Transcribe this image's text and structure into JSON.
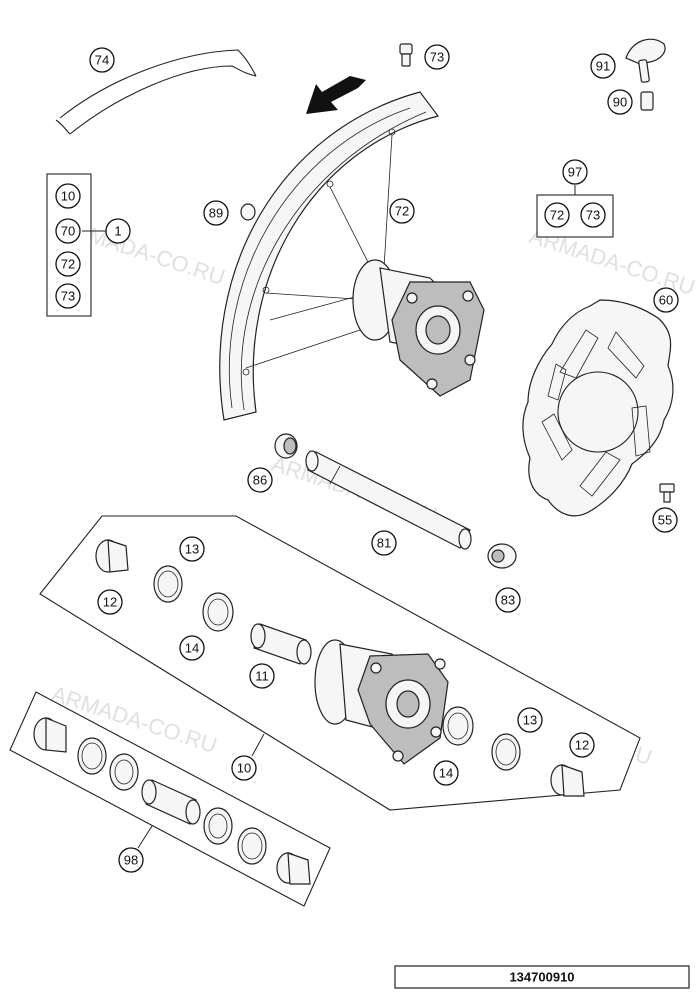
{
  "diagram": {
    "reference_number": "134700910",
    "watermark": "ARMADA-CO.RU",
    "callouts": {
      "c74": "74",
      "c73_valve": "73",
      "c91": "91",
      "c90": "90",
      "c72_rim": "72",
      "c89": "89",
      "c97": "97",
      "c72_kit": "72",
      "c73_kit": "73",
      "c10_side": "10",
      "c70_side": "70",
      "c72_side": "72",
      "c73_side": "73",
      "c1": "1",
      "c60": "60",
      "c86": "86",
      "c55": "55",
      "c81": "81",
      "c83": "83",
      "c13_left": "13",
      "c12_left": "12",
      "c14_left": "14",
      "c11": "11",
      "c13_right": "13",
      "c12_right": "12",
      "c14_right": "14",
      "c10_hub": "10",
      "c98": "98"
    }
  }
}
